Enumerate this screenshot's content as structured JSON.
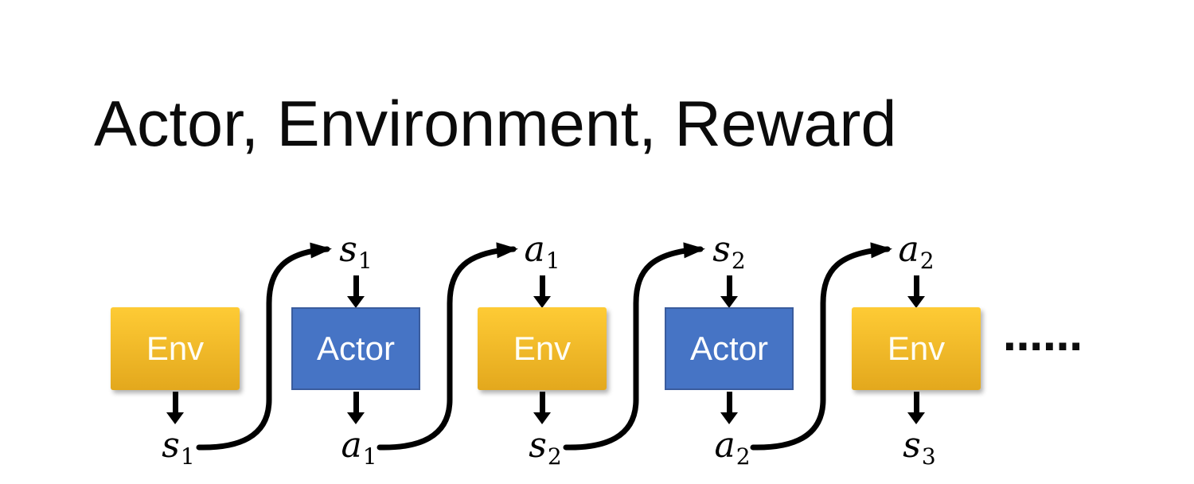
{
  "title": "Actor, Environment, Reward",
  "diagram": {
    "nodes": [
      {
        "label": "Env",
        "type": "env",
        "top": null,
        "bottom": {
          "base": "s",
          "sub": "1"
        }
      },
      {
        "label": "Actor",
        "type": "actor",
        "top": {
          "base": "s",
          "sub": "1"
        },
        "bottom": {
          "base": "a",
          "sub": "1"
        }
      },
      {
        "label": "Env",
        "type": "env",
        "top": {
          "base": "a",
          "sub": "1"
        },
        "bottom": {
          "base": "s",
          "sub": "2"
        }
      },
      {
        "label": "Actor",
        "type": "actor",
        "top": {
          "base": "s",
          "sub": "2"
        },
        "bottom": {
          "base": "a",
          "sub": "2"
        }
      },
      {
        "label": "Env",
        "type": "env",
        "top": {
          "base": "a",
          "sub": "2"
        },
        "bottom": {
          "base": "s",
          "sub": "3"
        }
      }
    ],
    "connectors": [
      {
        "from": 0,
        "to": 1
      },
      {
        "from": 1,
        "to": 2
      },
      {
        "from": 2,
        "to": 3
      },
      {
        "from": 3,
        "to": 4
      }
    ],
    "ellipsis": "……"
  },
  "colors": {
    "env_gradient_top": "#FECB35",
    "env_gradient_bottom": "#E3A81D",
    "actor_fill": "#4674C5",
    "actor_border": "#3A5C9D",
    "arrow": "#000000",
    "title_text": "#0B0B0B",
    "box_text": "#FFFFFF"
  }
}
